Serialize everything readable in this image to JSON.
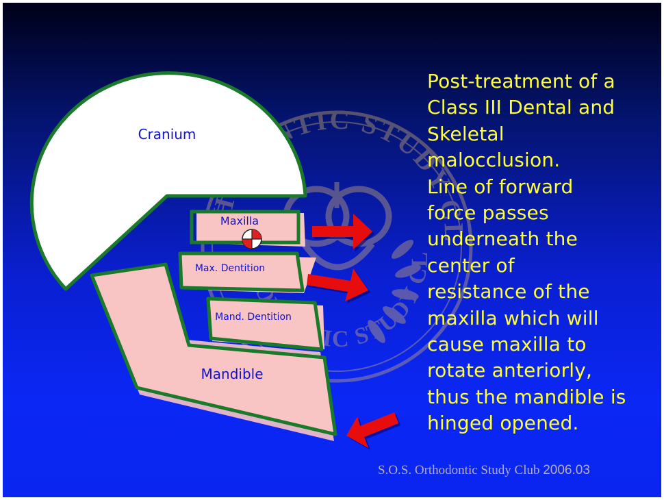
{
  "labels": {
    "cranium": "Cranium",
    "maxilla": "Maxilla",
    "max_dentition": "Max. Dentition",
    "mand_dentition": "Mand. Dentition",
    "mandible": "Mandible"
  },
  "description_lines": [
    "Post-treatment of a",
    "Class III Dental and",
    "Skeletal",
    "malocclusion.",
    "Line of forward",
    "force passes",
    "underneath the",
    "center of",
    "resistance of the",
    "maxilla which will",
    "cause maxilla to",
    "rotate anteriorly,",
    "thus the mandible is",
    "hinged opened."
  ],
  "watermark": {
    "top_text": "ORTHODONTIC STUDY CLUB",
    "bottom_text": "ORTHODONTIC STUDY CLUB",
    "color": "#c8a878"
  },
  "footer": {
    "club": "S.O.S.  Orthodontic Study Club",
    "date": "2006.03"
  },
  "colors": {
    "background_top": "#000018",
    "background_bottom": "#0a25f0",
    "text": "#ffff38",
    "outline": "#1a7a2a",
    "bone_fill": "#f8c4c4",
    "cranium_fill": "#ffffff",
    "arrow": "#e81010",
    "label": "#1212c8"
  },
  "icons": {
    "center_of_resistance": "center-of-resistance-icon",
    "force_arrows": "arrow-right-icon",
    "mandible_arrow": "arrow-down-left-icon"
  }
}
